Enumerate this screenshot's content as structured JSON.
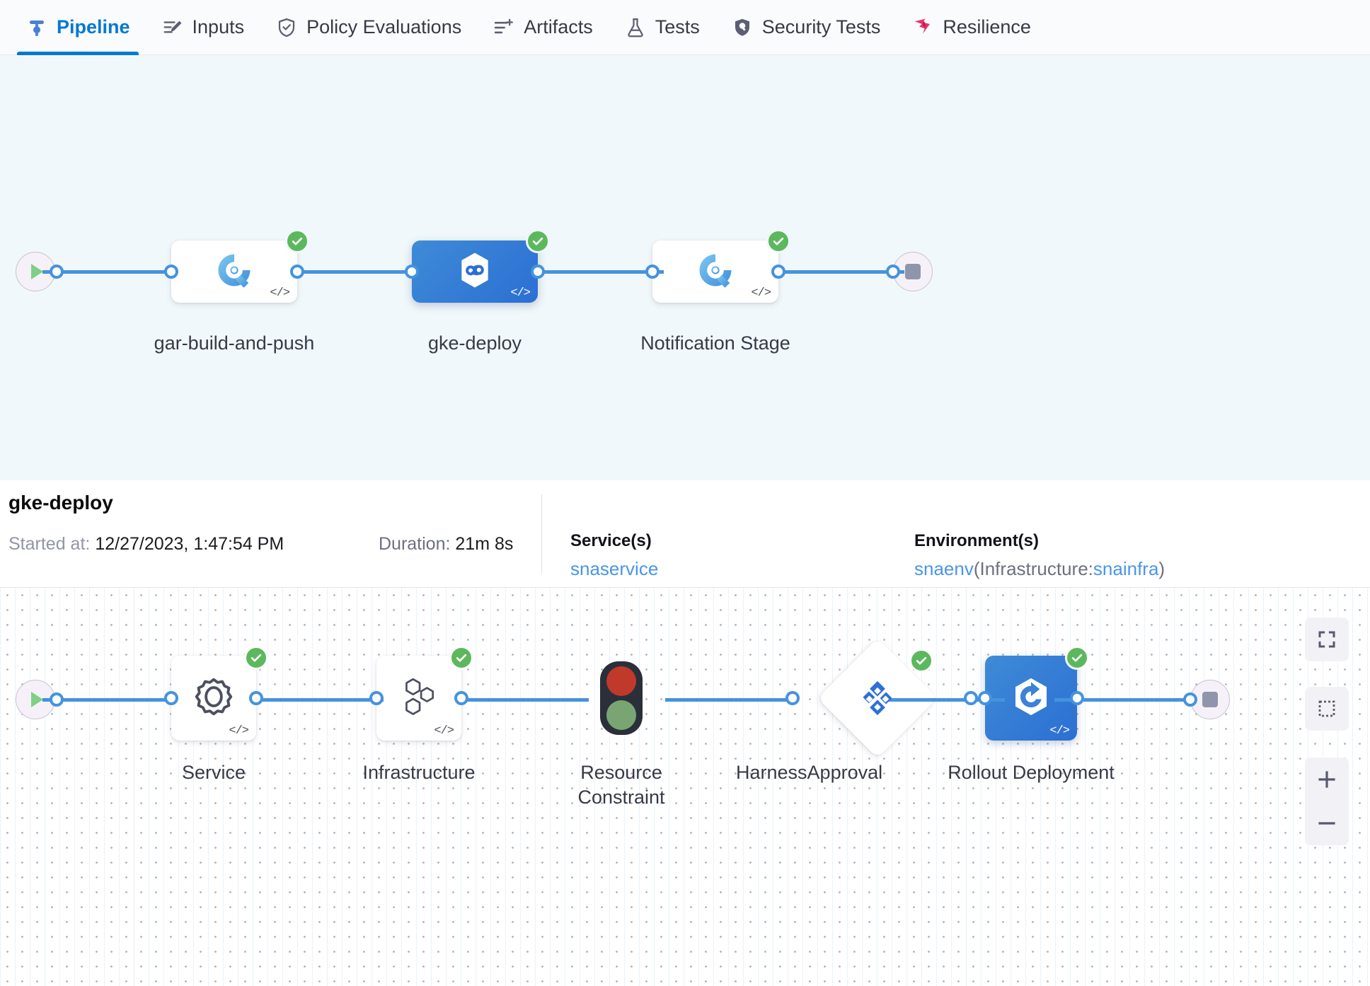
{
  "tabs": [
    {
      "label": "Pipeline",
      "icon": "pipeline-icon",
      "active": true
    },
    {
      "label": "Inputs",
      "icon": "inputs-icon",
      "active": false
    },
    {
      "label": "Policy Evaluations",
      "icon": "policy-shield-check-icon",
      "active": false
    },
    {
      "label": "Artifacts",
      "icon": "artifacts-list-plus-icon",
      "active": false
    },
    {
      "label": "Tests",
      "icon": "flask-icon",
      "active": false
    },
    {
      "label": "Security Tests",
      "icon": "security-shield-icon",
      "active": false
    },
    {
      "label": "Resilience",
      "icon": "resilience-icon",
      "active": false
    }
  ],
  "pipeline_graph": {
    "start_node": {
      "icon": "play-icon"
    },
    "end_node": {
      "icon": "stop-icon"
    },
    "stages": [
      {
        "label": "gar-build-and-push",
        "icon": "gcp-build-icon",
        "status": "success",
        "selected": false,
        "has_code_icon": true
      },
      {
        "label": "gke-deploy",
        "icon": "harness-deploy-icon",
        "status": "success",
        "selected": true,
        "has_code_icon": true
      },
      {
        "label": "Notification Stage",
        "icon": "gcp-build-icon",
        "status": "success",
        "selected": false,
        "has_code_icon": true
      }
    ]
  },
  "detail": {
    "title": "gke-deploy",
    "started_label": "Started at:",
    "started_value": "12/27/2023, 1:47:54 PM",
    "duration_label": "Duration:",
    "duration_value": "21m 8s",
    "service_header": "Service(s)",
    "service_value": "snaservice",
    "environment_header": "Environment(s)",
    "environment_name": "snaenv",
    "environment_open_paren": "(Infrastructure:",
    "environment_infra": "snainfra",
    "environment_close_paren": ")"
  },
  "execution_graph": {
    "start_node": {
      "icon": "play-icon"
    },
    "end_node": {
      "icon": "stop-icon"
    },
    "steps": [
      {
        "label": "Service",
        "icon": "gear-icon",
        "shape": "card",
        "status": "success",
        "selected": false,
        "has_code_icon": true
      },
      {
        "label": "Infrastructure",
        "icon": "hexagon-cluster-icon",
        "shape": "card",
        "status": "success",
        "selected": false,
        "has_code_icon": true
      },
      {
        "label": "Resource Constraint",
        "icon": "traffic-light-icon",
        "shape": "bare",
        "status": "none",
        "selected": false,
        "has_code_icon": false
      },
      {
        "label": "HarnessApproval",
        "icon": "harness-approval-icon",
        "shape": "diamond",
        "status": "success",
        "selected": false,
        "has_code_icon": false
      },
      {
        "label": "Rollout Deployment",
        "icon": "rollout-deployment-icon",
        "shape": "card",
        "status": "success",
        "selected": true,
        "has_code_icon": true
      }
    ]
  },
  "canvas_controls": [
    {
      "name": "fit-to-screen",
      "icon": "fit-screen-icon"
    },
    {
      "name": "selection-box",
      "icon": "dashed-box-icon"
    },
    {
      "name": "zoom-in",
      "icon": "plus-icon"
    },
    {
      "name": "zoom-out",
      "icon": "minus-icon"
    }
  ],
  "colors": {
    "accent_blue": "#0278d5",
    "edge_blue": "#4593dd",
    "success_green": "#5cb85c",
    "selected_node": "#2c6fd4",
    "top_canvas_bg": "#f1f8fb",
    "resilience_pink": "#e6376f"
  }
}
